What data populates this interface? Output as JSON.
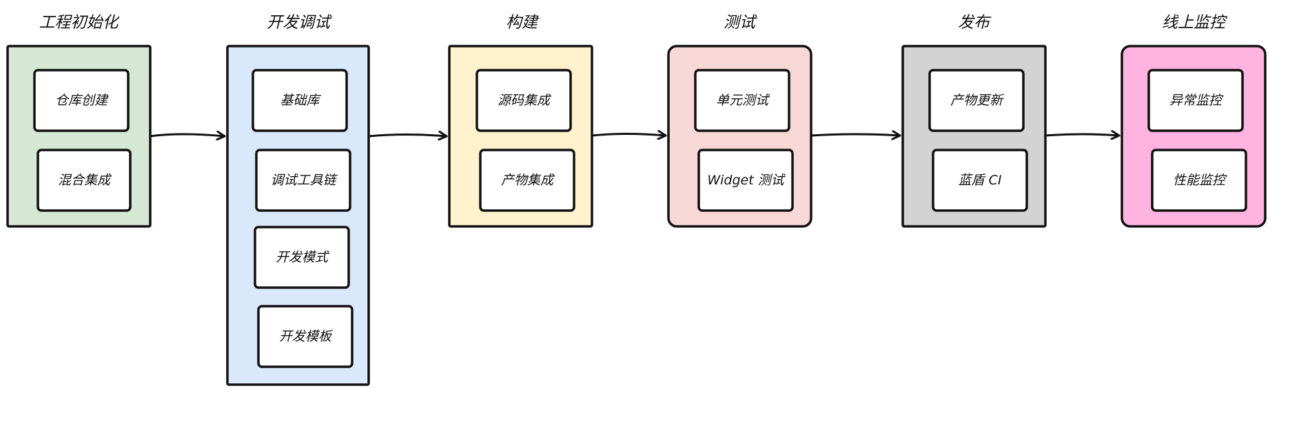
{
  "stages": [
    {
      "title": "工程初始化",
      "color": "#d5e8d4",
      "items": [
        "仓库创建",
        "混合集成"
      ]
    },
    {
      "title": "开发调试",
      "color": "#dae8fc",
      "items": [
        "基础库",
        "调试工具链",
        "开发模式",
        "开发模板"
      ]
    },
    {
      "title": "构建",
      "color": "#fff2cc",
      "items": [
        "源码集成",
        "产物集成"
      ]
    },
    {
      "title": "测试",
      "color": "#f8d7d7",
      "items": [
        "单元测试",
        "Widget 测试"
      ]
    },
    {
      "title": "发布",
      "color": "#d3d3d3",
      "items": [
        "产物更新",
        "蓝盾 CI"
      ]
    },
    {
      "title": "线上监控",
      "color": "#ffb3e0",
      "items": [
        "异常监控",
        "性能监控"
      ]
    }
  ],
  "stroke_color": "#111111"
}
